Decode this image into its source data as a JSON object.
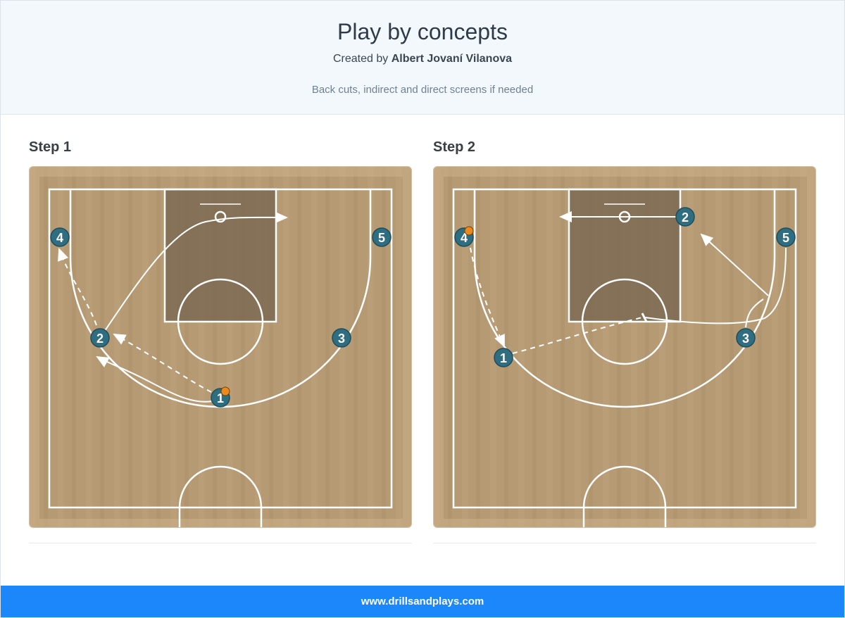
{
  "header": {
    "title": "Play by concepts",
    "created_by_prefix": "Created by",
    "author": "Albert Jovaní Vilanova",
    "description": "Back cuts, indirect and direct screens if needed"
  },
  "steps": [
    {
      "title": "Step 1",
      "players": [
        {
          "label": "4",
          "has_ball": false
        },
        {
          "label": "5",
          "has_ball": false
        },
        {
          "label": "2",
          "has_ball": false
        },
        {
          "label": "3",
          "has_ball": false
        },
        {
          "label": "1",
          "has_ball": true
        }
      ]
    },
    {
      "title": "Step 2",
      "players": [
        {
          "label": "4",
          "has_ball": true
        },
        {
          "label": "2",
          "has_ball": false
        },
        {
          "label": "5",
          "has_ball": false
        },
        {
          "label": "1",
          "has_ball": false
        },
        {
          "label": "3",
          "has_ball": false
        }
      ]
    }
  ],
  "footer": {
    "url": "www.drillsandplays.com"
  },
  "colors": {
    "footer_bg": "#1c87fb",
    "player_fill": "#2f6d80",
    "court_wood": "#b89c76",
    "paint": "#7d6a52"
  }
}
